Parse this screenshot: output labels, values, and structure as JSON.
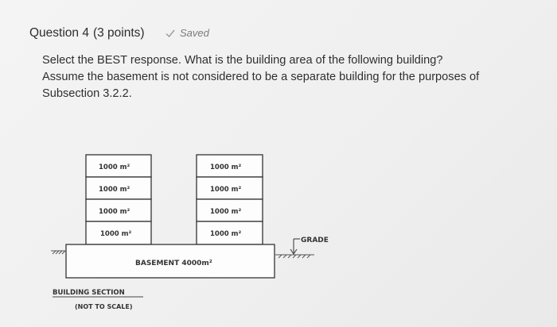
{
  "question": {
    "title": "Question 4",
    "points": "(3 points)",
    "status": "Saved",
    "status_icon": "check-icon",
    "prompt_lines": [
      "Select the BEST response.  What is the building area of the following building?",
      "Assume the basement is not considered to be a separate building for the purposes of",
      "Subsection 3.2.2."
    ]
  },
  "diagram": {
    "left_tower_floors": [
      "1000 m²",
      "1000 m²",
      "1000 m²",
      "1000 m²"
    ],
    "right_tower_floors": [
      "1000 m²",
      "1000 m²",
      "1000 m²",
      "1000 m²"
    ],
    "basement_label": "BASEMENT 4000m²",
    "grade_label": "GRADE",
    "caption_title": "BUILDING SECTION",
    "caption_note": "(NOT TO SCALE)"
  }
}
